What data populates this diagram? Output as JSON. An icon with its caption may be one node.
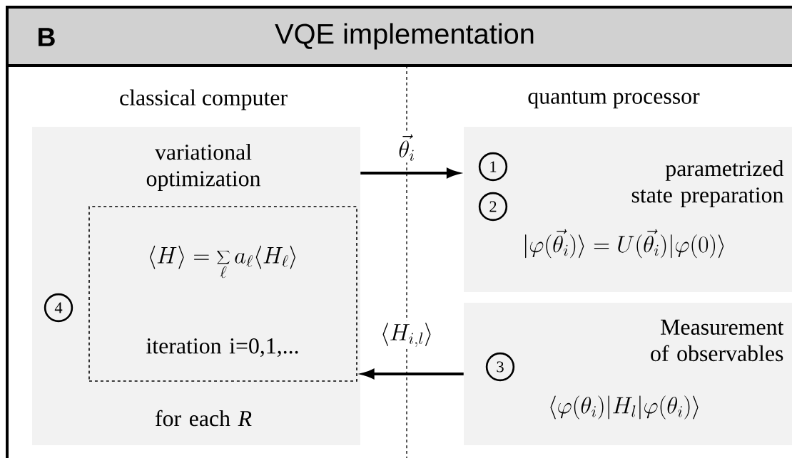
{
  "diagram": {
    "title": "VQE implementation",
    "nodes": [
      {
        "text": [
          "variational optimization",
          "for each *R*"
        ]
      },
      {
        "text": [
          "\\langle H\\rangle = \\sum_{\\ell} a_{\\ell}\\langle H_{\\ell}\\rangle",
          "iteration i=0,1,..."
        ],
        "in": 0
      },
      {
        "text": [
          "parametrized state preparation",
          "|\\varphi(\\vec{\\theta}_i)\\rangle = U(\\vec{\\theta}_i)|\\varphi(0)\\rangle"
        ]
      },
      {
        "text": [
          "Measurement of observables",
          "\\langle\\varphi(\\theta_i)|H_l|\\varphi(\\theta_i)\\rangle"
        ]
      }
    ],
    "edges": [
      {
        "from": 0,
        "to": 2,
        "arrow": "to",
        "label": "\\vec{\\theta}_i"
      },
      {
        "from": 3,
        "to": 1,
        "arrow": "to",
        "label": "\\langle H_{i,l}\\rangle"
      }
    ],
    "labels": [
      "B",
      "classical computer",
      "quantum processor",
      "1",
      "2",
      "3",
      "4"
    ]
  }
}
